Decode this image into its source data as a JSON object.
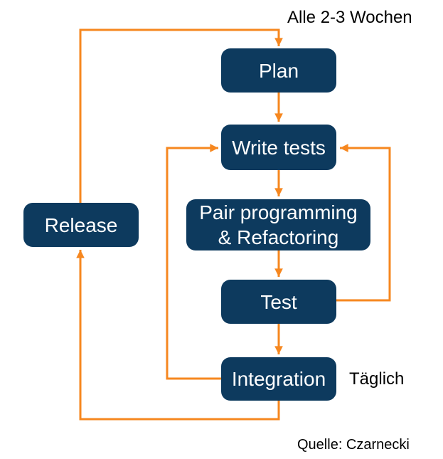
{
  "diagram": {
    "nodes": {
      "plan": {
        "label": "Plan"
      },
      "write_tests": {
        "label": "Write tests"
      },
      "pair": {
        "label": "Pair programming\n& Refactoring"
      },
      "test": {
        "label": "Test"
      },
      "integration": {
        "label": "Integration"
      },
      "release": {
        "label": "Release"
      }
    },
    "annotations": {
      "cycle_weeks": "Alle 2-3 Wochen",
      "daily": "Täglich",
      "source": "Quelle: Czarnecki"
    },
    "colors": {
      "node_fill": "#0d3a5e",
      "node_text": "#ffffff",
      "arrow": "#f6871f",
      "annotation_text": "#000000",
      "background": "#ffffff"
    }
  }
}
